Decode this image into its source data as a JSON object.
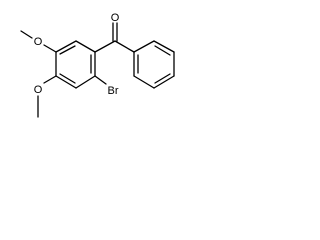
{
  "molecule": {
    "atom_labels": {
      "carbonyl_oxygen": "O",
      "methoxy_top_oxygen": "O",
      "methoxy_bottom_oxygen": "O",
      "bromine": "Br"
    },
    "colors": {
      "bond": "#000000",
      "label": "#000000",
      "background": "#ffffff"
    }
  }
}
